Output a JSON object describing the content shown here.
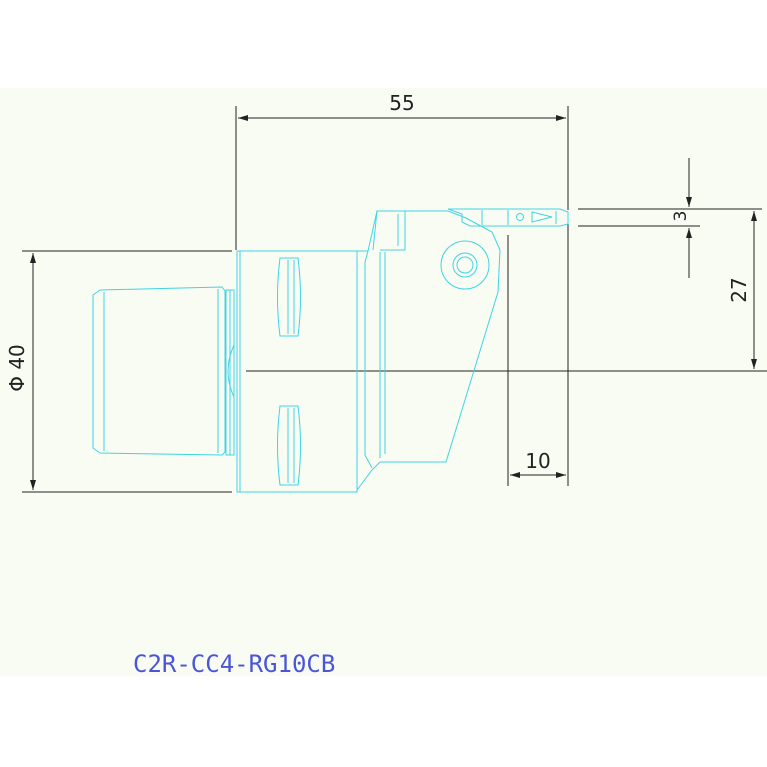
{
  "colors": {
    "background": "#ffffff",
    "paper": "#f9fcf3",
    "outline": "#3fd4e4",
    "dimension": "#222222",
    "part_number": "#4b55d8"
  },
  "dimensions": {
    "overall_length": "55",
    "blade_width": "3",
    "center_height": "27",
    "shank_diameter": "Φ 40",
    "reach": "10"
  },
  "part_number": "C2R-CC4-RG10CB"
}
